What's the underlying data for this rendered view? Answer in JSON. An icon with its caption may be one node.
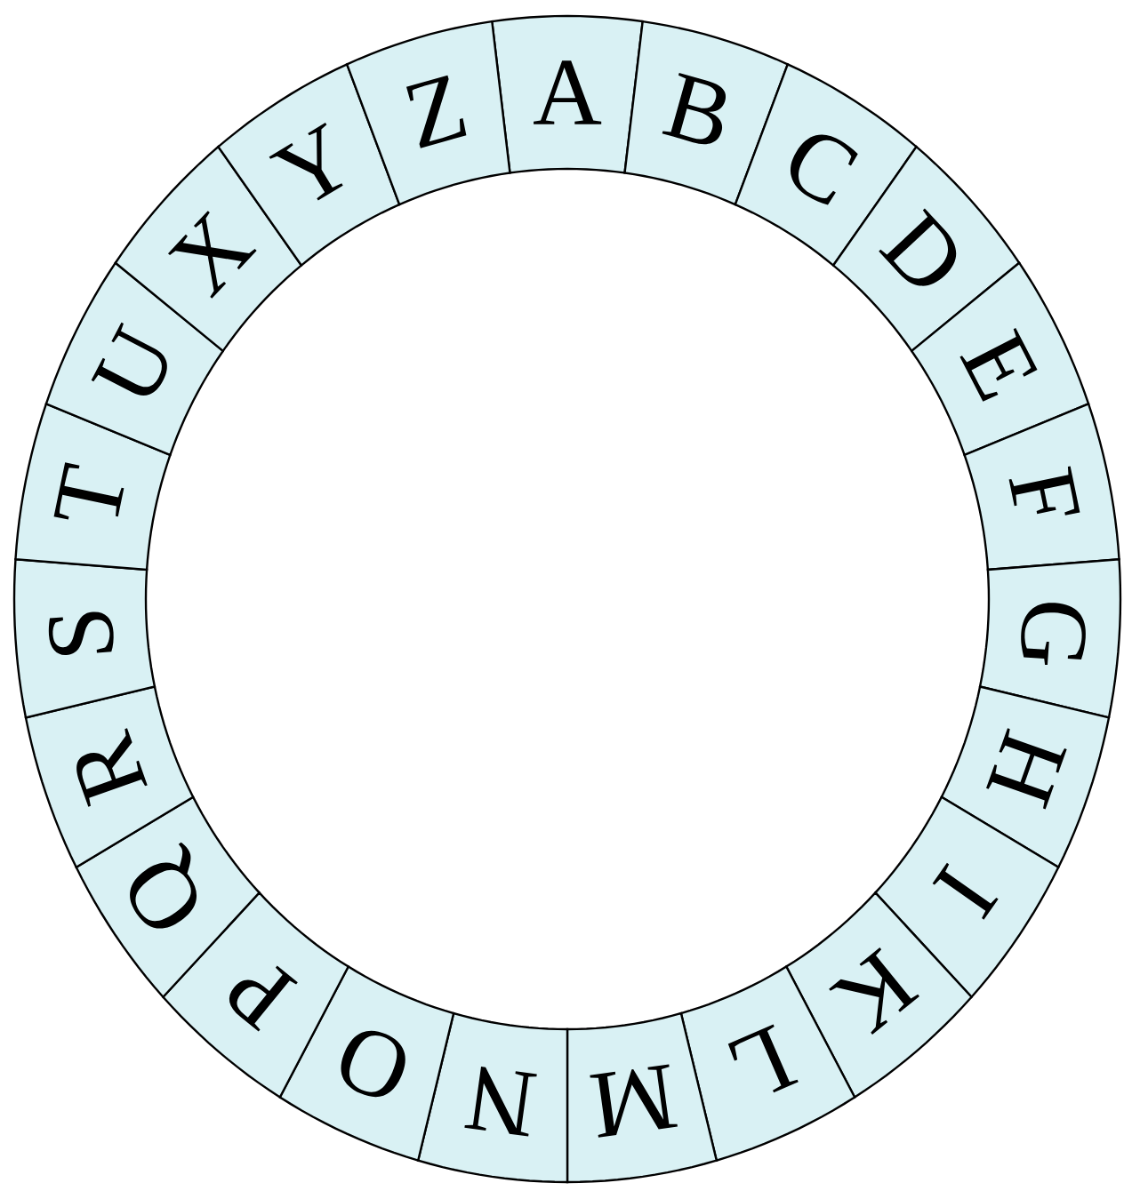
{
  "diagram": {
    "nodes": [
      {
        "text": [
          "A"
        ]
      },
      {
        "text": [
          "B"
        ]
      },
      {
        "text": [
          "C"
        ]
      },
      {
        "text": [
          "D"
        ]
      },
      {
        "text": [
          "E"
        ]
      },
      {
        "text": [
          "F"
        ]
      },
      {
        "text": [
          "G"
        ]
      },
      {
        "text": [
          "H"
        ]
      },
      {
        "text": [
          "I"
        ]
      },
      {
        "text": [
          "K"
        ]
      },
      {
        "text": [
          "L"
        ]
      },
      {
        "text": [
          "M"
        ]
      },
      {
        "text": [
          "N"
        ]
      },
      {
        "text": [
          "O"
        ]
      },
      {
        "text": [
          "P"
        ]
      },
      {
        "text": [
          "Q"
        ]
      },
      {
        "text": [
          "R"
        ]
      },
      {
        "text": [
          "S"
        ]
      },
      {
        "text": [
          "T"
        ]
      },
      {
        "text": [
          "U"
        ]
      },
      {
        "text": [
          "X"
        ]
      },
      {
        "text": [
          "Y"
        ]
      },
      {
        "text": [
          "Z"
        ]
      }
    ]
  }
}
